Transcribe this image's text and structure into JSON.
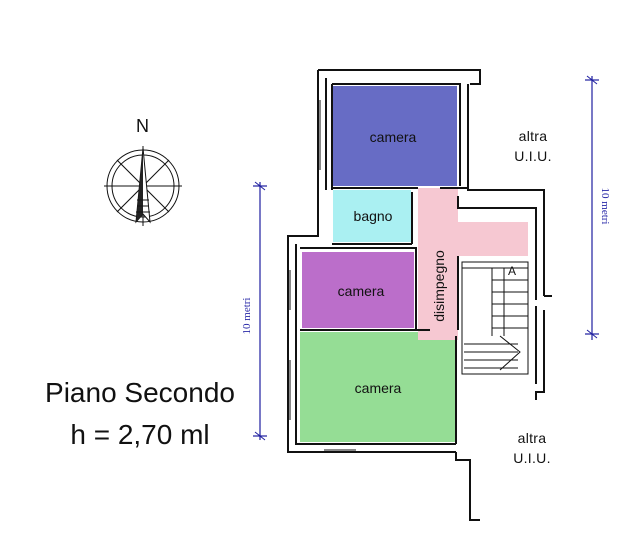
{
  "compass": {
    "north_letter": "N",
    "icon": "compass-rose-icon"
  },
  "title": {
    "line1": "Piano Secondo",
    "line2": "h = 2,70 ml"
  },
  "scale": {
    "vertical_left": "10 metri",
    "vertical_right": "10 metri"
  },
  "rooms": {
    "camera_top": "camera",
    "bagno": "bagno",
    "camera_mid": "camera",
    "camera_bottom": "camera",
    "disimpegno": "disimpegno"
  },
  "stair_marker": "A",
  "other_units": {
    "top_line1": "altra",
    "top_line2": "U.I.U.",
    "bottom_line1": "altra",
    "bottom_line2": "U.I.U."
  },
  "colors": {
    "camera_top": "#5a5fc0",
    "bagno": "#aaf0f2",
    "camera_mid": "#b45ec4",
    "camera_bottom": "#8ad98a",
    "disimpegno": "#f6c8d2",
    "scale_line": "#1f1fa0"
  }
}
